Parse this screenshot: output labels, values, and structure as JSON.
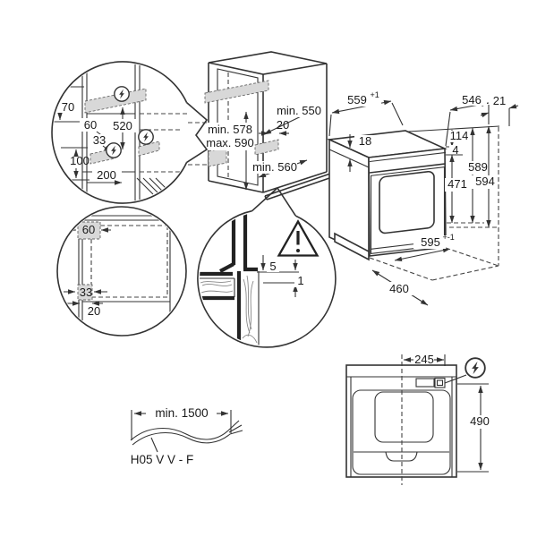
{
  "rear_detail": {
    "h70": "70",
    "w60": "60",
    "h520": "520",
    "w33": "33",
    "h100": "100",
    "w200": "200"
  },
  "base_detail": {
    "w60": "60",
    "w33": "33",
    "w20": "20"
  },
  "gap_detail": {
    "gap5": "5",
    "gap1": "1"
  },
  "cabinet": {
    "min550": "min. 550",
    "w20": "20",
    "min578": "min. 578",
    "max590": "max. 590",
    "min560": "min. 560"
  },
  "oven": {
    "w559": "559",
    "w559_sup": "+1",
    "d546": "546",
    "d21": "21",
    "h18": "18",
    "h114": "114",
    "h4": "4",
    "h589": "589",
    "h594": "594",
    "h471": "471",
    "w595": "595",
    "w595_sup": "+-1",
    "d460": "460"
  },
  "cable": {
    "length": "min. 1500",
    "type": "H05 V V - F"
  },
  "top_view": {
    "w245": "245",
    "d490": "490"
  }
}
